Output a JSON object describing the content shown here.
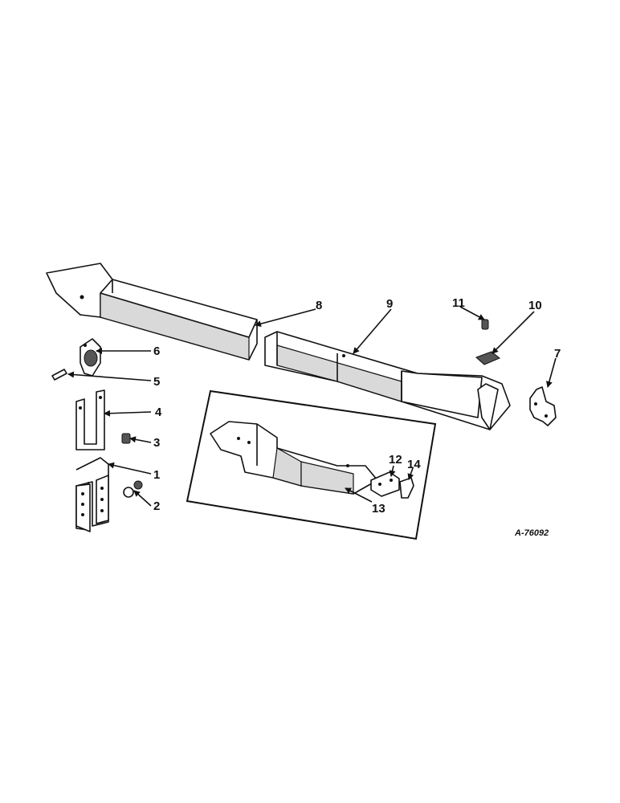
{
  "drawing_number": "A-76092",
  "callouts": {
    "c1": "1",
    "c2": "2",
    "c3": "3",
    "c4": "4",
    "c5": "5",
    "c6": "6",
    "c7": "7",
    "c8": "8",
    "c9": "9",
    "c10": "10",
    "c11": "11",
    "c12": "12",
    "c13": "13",
    "c14": "14"
  },
  "colors": {
    "line": "#111111",
    "shade": "#d9d9d9",
    "background": "#ffffff"
  }
}
